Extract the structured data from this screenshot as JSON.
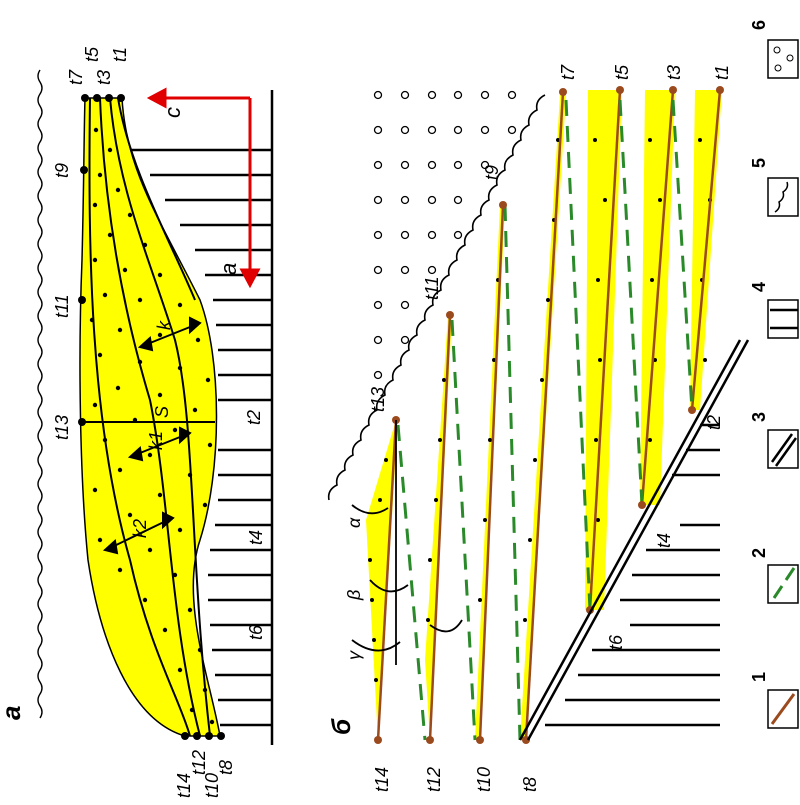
{
  "panels": {
    "a": "а",
    "b": "б"
  },
  "panel_a": {
    "top_labels": [
      "t7",
      "t5",
      "t3",
      "t1"
    ],
    "bottom_labels": [
      "t14",
      "t12",
      "t10",
      "t8"
    ],
    "mid_labels_upper": [
      "t9",
      "t11",
      "t13"
    ],
    "mid_labels_lower": [
      "t2",
      "t4",
      "t6"
    ],
    "arrow_labels": {
      "c": "c",
      "a": "a"
    },
    "dimension_labels": {
      "k": "k",
      "s": "S",
      "k1": "k1",
      "k2": "k2"
    }
  },
  "panel_b": {
    "right_labels": [
      "t7",
      "t5",
      "t3",
      "t1"
    ],
    "left_labels": [
      "t14",
      "t12",
      "t10",
      "t8"
    ],
    "crest_labels": [
      "t9",
      "t11",
      "t13"
    ],
    "fault_labels": [
      "t2",
      "t4",
      "t6"
    ],
    "angles": {
      "alpha": "α",
      "beta": "β",
      "gamma": "γ"
    }
  },
  "legend": [
    "1",
    "2",
    "3",
    "4",
    "5",
    "6"
  ],
  "colors": {
    "sediment": "#ffff00",
    "arrow": "#e00000",
    "trajectory": "#9b4a1e",
    "dashed": "#2a8a2a",
    "ink": "#000000"
  }
}
